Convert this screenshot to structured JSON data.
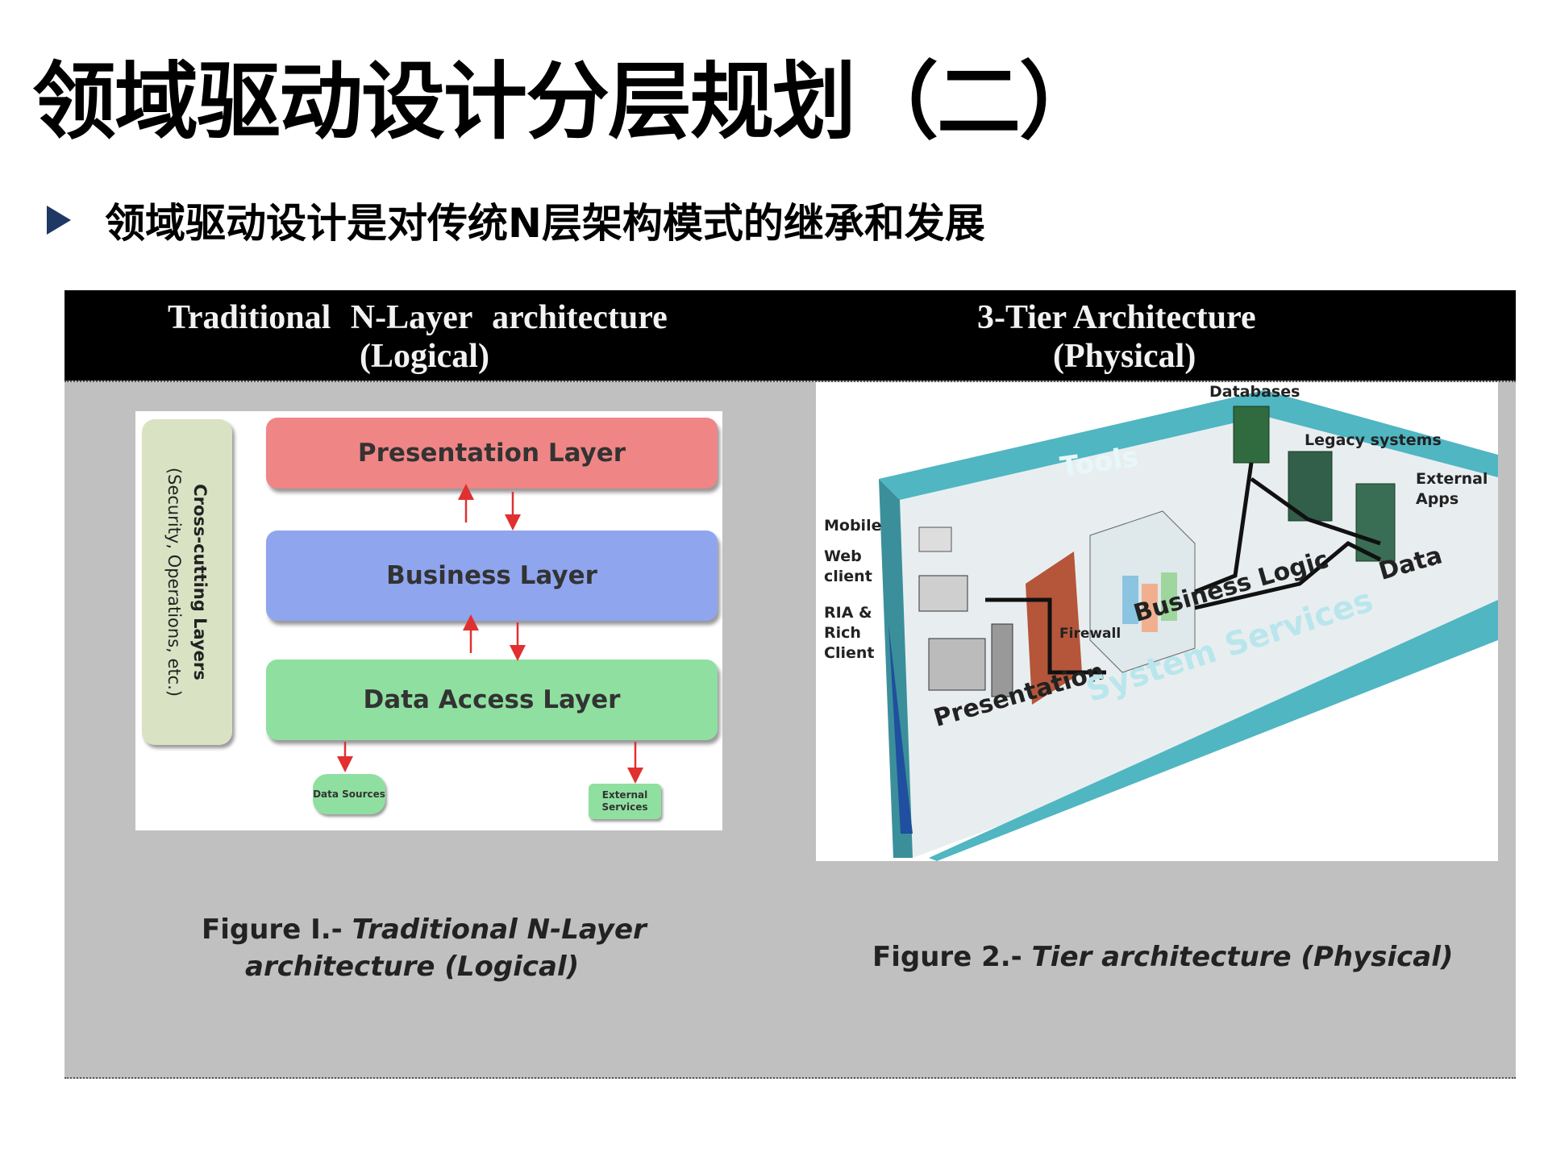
{
  "slide": {
    "title": "领域驱动设计分层规划（二）",
    "bullet": "领域驱动设计是对传统N层架构模式的继承和发展"
  },
  "panel": {
    "left_header_line1": "Traditional N-Layer architecture",
    "left_header_line2": "(Logical)",
    "right_header_line1": "3-Tier Architecture",
    "right_header_line2": "(Physical)"
  },
  "figure1": {
    "cross_cutting_title": "Cross-cutting Layers",
    "cross_cutting_sub": "(Security, Operations, etc.)",
    "layers": {
      "presentation": "Presentation Layer",
      "business": "Business Layer",
      "data_access": "Data Access Layer"
    },
    "data_sources": "Data Sources",
    "external_services": "External Services",
    "caption_prefix": "Figure I.- ",
    "caption_italic": "Traditional N-Layer",
    "caption_line2": "architecture (Logical)"
  },
  "figure2": {
    "labels": {
      "databases": "Databases",
      "legacy": "Legacy systems",
      "external": "External Apps",
      "mobile": "Mobile",
      "web": "Web client",
      "ria": "RIA & Rich Client",
      "tools": "Tools",
      "firewall": "Firewall",
      "business_logic": "Business Logic",
      "data": "Data",
      "presentation": "Presentation",
      "system_services": "System Services"
    },
    "caption_prefix": "Figure 2.- ",
    "caption_italic": "Tier architecture (Physical)"
  },
  "colors": {
    "presentation": "#f08585",
    "business": "#8fa5ee",
    "data_access": "#8fe0a0",
    "cross_cutting": "#d9e2c3",
    "teal": "#4fb6c2",
    "panel": "#c0c0c0",
    "bullet": "#1f3864"
  }
}
